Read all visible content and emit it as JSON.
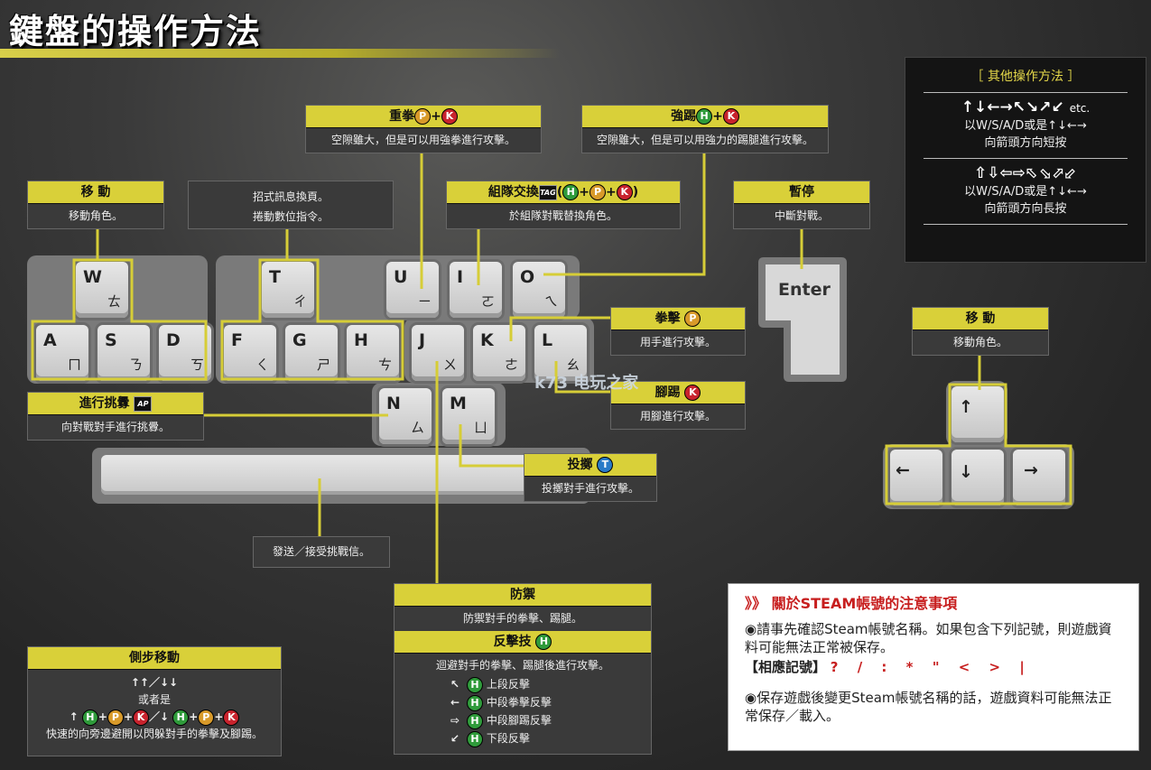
{
  "title": "鍵盤的操作方法",
  "keys": {
    "W": {
      "letter": "W",
      "zhuyin": "ㄊ"
    },
    "A": {
      "letter": "A",
      "zhuyin": "ㄇ"
    },
    "S": {
      "letter": "S",
      "zhuyin": "ㄋ"
    },
    "D": {
      "letter": "D",
      "zhuyin": "ㄎ"
    },
    "T": {
      "letter": "T",
      "zhuyin": "ㄔ"
    },
    "F": {
      "letter": "F",
      "zhuyin": "ㄑ"
    },
    "G": {
      "letter": "G",
      "zhuyin": "ㄕ"
    },
    "H": {
      "letter": "H",
      "zhuyin": "ㄘ"
    },
    "U": {
      "letter": "U",
      "zhuyin": "ㄧ"
    },
    "I": {
      "letter": "I",
      "zhuyin": "ㄛ"
    },
    "O": {
      "letter": "O",
      "zhuyin": "ㄟ"
    },
    "J": {
      "letter": "J",
      "zhuyin": "ㄨ"
    },
    "K": {
      "letter": "K",
      "zhuyin": "ㄜ"
    },
    "L": {
      "letter": "L",
      "zhuyin": "ㄠ"
    },
    "N": {
      "letter": "N",
      "zhuyin": "ㄙ"
    },
    "M": {
      "letter": "M",
      "zhuyin": "ㄩ"
    },
    "enter": "Enter",
    "up": "↑",
    "down": "↓",
    "left": "←",
    "right": "→"
  },
  "callouts": {
    "move_left": {
      "title": "移 動",
      "desc": "移動角色。"
    },
    "tips": {
      "line1": "招式訊息換頁。",
      "line2": "捲動數位指令。"
    },
    "heavy_punch": {
      "title": "重拳",
      "desc": "空隙雖大，但是可以用強拳進行攻擊。"
    },
    "heavy_kick": {
      "title": "強踢",
      "desc": "空隙雖大，但是可以用強力的踢腿進行攻擊。"
    },
    "tag": {
      "title": "組隊交換",
      "open": "(",
      "close": ")",
      "desc": "於組隊對戰替換角色。"
    },
    "pause": {
      "title": "暫停",
      "desc": "中斷對戰。"
    },
    "punch": {
      "title": "拳擊",
      "desc": "用手進行攻擊。"
    },
    "kick": {
      "title": "腳踢",
      "desc": "用腳進行攻擊。"
    },
    "taunt": {
      "title": "進行挑釁",
      "desc": "向對戰對手進行挑釁。"
    },
    "throw": {
      "title": "投擲",
      "desc": "投擲對手進行攻擊。"
    },
    "challenge": {
      "desc": "發送／接受挑戰信。"
    },
    "move_right": {
      "title": "移 動",
      "desc": "移動角色。"
    },
    "guard": {
      "title": "防禦",
      "desc": "防禦對手的拳擊、踢腿。"
    },
    "counter": {
      "title": "反擊技",
      "desc": "迴避對手的拳擊、踢腿後進行攻擊。",
      "rows": [
        {
          "arrow": "↖",
          "label": "上段反擊"
        },
        {
          "arrow": "←",
          "label": "中段拳擊反擊"
        },
        {
          "arrow": "⇨",
          "label": "中段腳踢反擊"
        },
        {
          "arrow": "↙",
          "label": "下段反擊"
        }
      ]
    },
    "sidestep": {
      "title": "側步移動",
      "line1": "↑↑／↓↓",
      "line2": "或者是",
      "line3a": "↑",
      "line3b": "／↓",
      "desc": "快速的向旁邊避開以閃躲對手的拳擊及腳踢。"
    }
  },
  "badges": {
    "P": "P",
    "K": "K",
    "H": "H",
    "T": "T",
    "plus": "+",
    "tag": "TAG",
    "taunt": "AP"
  },
  "other": {
    "title": "［ 其他操作方法 ］",
    "arrows1": "↑↓←→↖↘↗↙",
    "etc": "etc.",
    "line1a": "以W/S/A/D或是↑↓←→",
    "line1b": "向箭頭方向短按",
    "arrows2": "⇧⇩⇦⇨⬁⬂⬀⬃",
    "line2a": "以W/S/A/D或是↑↓←→",
    "line2b": "向箭頭方向長按"
  },
  "steam": {
    "title": "》》 關於STEAM帳號的注意事項",
    "p1": "◉請事先確認Steam帳號名稱。如果包含下列記號，則遊戲資料可能無法正常被保存。",
    "symlabel": "【相應記號】",
    "symbols": "? / : * \" < > |",
    "p2": "◉保存遊戲後變更Steam帳號名稱的話，遊戲資料可能無法正常保存／載入。"
  },
  "watermark": "k73 电玩之家",
  "colors": {
    "accent": "#d9d039",
    "punch": "#d89a2a",
    "kick": "#c8232d",
    "heavy": "#2f9b3b",
    "throw": "#2a7bc8"
  }
}
